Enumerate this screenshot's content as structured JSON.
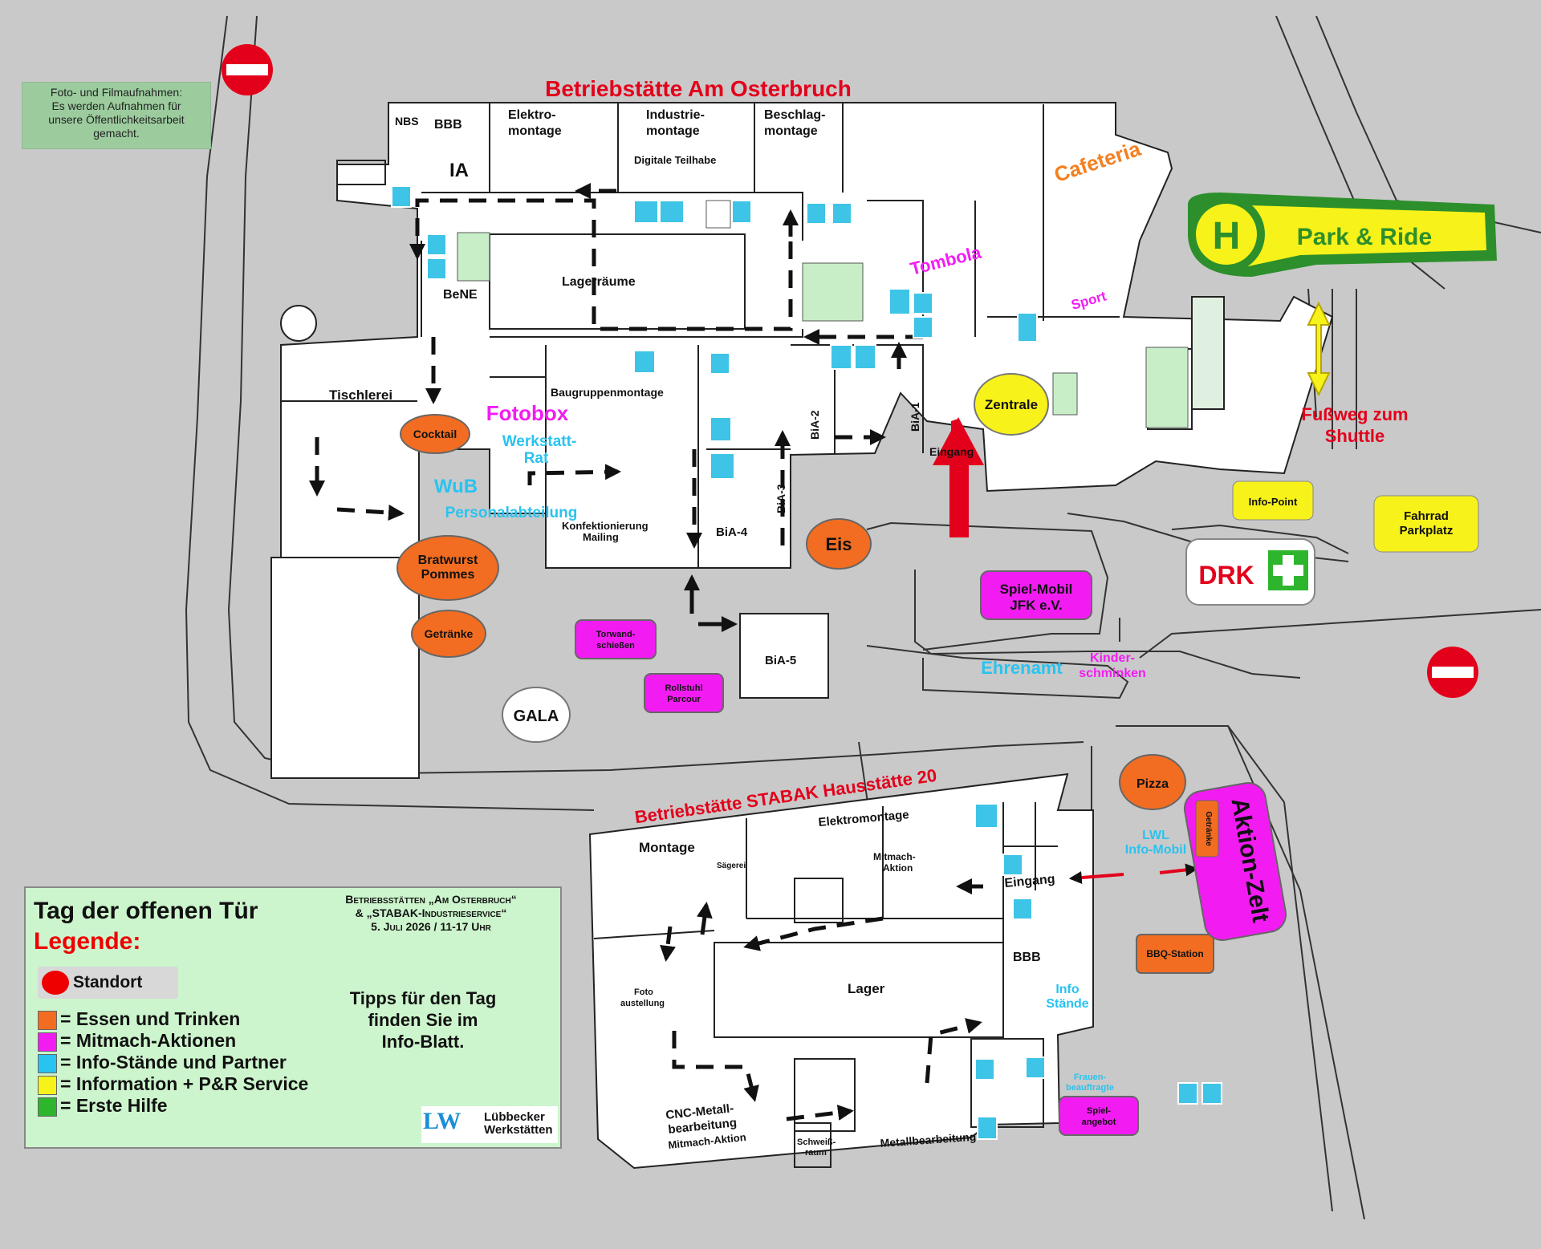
{
  "notice": {
    "line1": "Foto- und Filmaufnahmen:",
    "line2": "Es werden Aufnahmen für",
    "line3": "unsere Öffentlichkeitsarbeit",
    "line4": "gemacht."
  },
  "buildings": {
    "osterbruch_title": "Betriebstätte Am Osterbruch",
    "stabak_title": "Betriebstätte STABAK Hausstätte 20"
  },
  "rooms": {
    "nbs": "NBS",
    "bbb": "BBB",
    "ia": "IA",
    "elektro1": "Elektro-",
    "elektro2": "montage",
    "industrie1": "Industrie-",
    "industrie2": "montage",
    "beschlag1": "Beschlag-",
    "beschlag2": "montage",
    "digitale": "Digitale Teilhabe",
    "lager": "Lagerräume",
    "bene": "BeNE",
    "tischlerei": "Tischlerei",
    "baugruppen": "Baugruppenmontage",
    "konf1": "Konfektionierung",
    "konf2": "Mailing",
    "bia1": "BiA-1",
    "bia2": "BiA-2",
    "bia3": "BiA-3",
    "bia4": "BiA-4",
    "bia5": "BiA-5",
    "eingang": "Eingang",
    "s_montage": "Montage",
    "s_saegerei": "Sägerei",
    "s_elektro": "Elektromontage",
    "s_mitmach1": "Mitmach-",
    "s_mitmach2": "Aktion",
    "s_eingang": "Eingang",
    "s_bbb": "BBB",
    "s_lager": "Lager",
    "s_foto1": "Foto",
    "s_foto2": "austellung",
    "s_cnc1": "CNC-Metall-",
    "s_cnc2": "bearbeitung",
    "s_cnc3": "Mitmach-Aktion",
    "s_schweiss1": "Schweiß-",
    "s_schweiss2": "raum",
    "s_metall": "Metallbearbeitung"
  },
  "stations": {
    "cocktail": "Cocktail",
    "bratwurst1": "Bratwurst",
    "bratwurst2": "Pommes",
    "getraenke": "Getränke",
    "eis": "Eis",
    "pizza": "Pizza",
    "bbq": "BBQ-Station",
    "zelt_getraenke": "Getränke",
    "torwand1": "Torwand-",
    "torwand2": "schießen",
    "rollstuhl1": "Rollstuhl",
    "rollstuhl2": "Parcour",
    "spielmobil1": "Spiel-Mobil",
    "spielmobil2": "JFK e.V.",
    "spielangebot1": "Spiel-",
    "spielangebot2": "angebot",
    "aktion_zelt": "Aktion-Zelt",
    "gala": "GALA",
    "zentrale": "Zentrale",
    "infopoint": "Info-Point",
    "fahrrad1": "Fahrrad",
    "fahrrad2": "Parkplatz",
    "drk": "DRK",
    "park_ride": "Park & Ride",
    "park_h": "H"
  },
  "labels": {
    "cafeteria": "Cafeteria",
    "tombola": "Tombola",
    "sport": "Sport",
    "fotobox": "Fotobox",
    "werkstatt1": "Werkstatt-",
    "werkstatt2": "Rat",
    "wub": "WuB",
    "personal": "Personalabteilung",
    "ehrenamt": "Ehrenamt",
    "kinder1": "Kinder-",
    "kinder2": "schminken",
    "lwl1": "LWL",
    "lwl2": "Info-Mobil",
    "info_staende1": "Info",
    "info_staende2": "Stände",
    "frauen1": "Frauen-",
    "frauen2": "beauftragte",
    "fussweg1": "Fußweg zum",
    "fussweg2": "Shuttle"
  },
  "legend": {
    "title": "Tag der offenen Tür",
    "subtitle": "Legende:",
    "standort": "Standort",
    "items": [
      {
        "text": "= Essen und Trinken",
        "color": "#f26d21"
      },
      {
        "text": "= Mitmach-Aktionen",
        "color": "#f21cf2"
      },
      {
        "text": "= Info-Stände und Partner",
        "color": "#29c3ef"
      },
      {
        "text": "= Information + P&R Service",
        "color": "#f7f21a"
      },
      {
        "text": "= Erste Hilfe",
        "color": "#2db52d"
      }
    ],
    "event1": "Betriebsstätten „Am Osterbruch“",
    "event2": "& „STABAK-Industrieservice“",
    "event3": "5. Juli 2026 / 11-17 Uhr",
    "tips1": "Tipps für den Tag",
    "tips2": "finden Sie im",
    "tips3": "Info-Blatt.",
    "logo_mark": "LW",
    "logo_name1": "Lübbecker",
    "logo_name2": "Werkstätten"
  },
  "colors": {
    "food": "#f26d21",
    "activity": "#f21cf2",
    "info": "#29c3ef",
    "service": "#f7f21a",
    "aid": "#2db52d",
    "standort": "#e3001b",
    "title_red": "#e3001b",
    "cafeteria": "#f57f20"
  }
}
